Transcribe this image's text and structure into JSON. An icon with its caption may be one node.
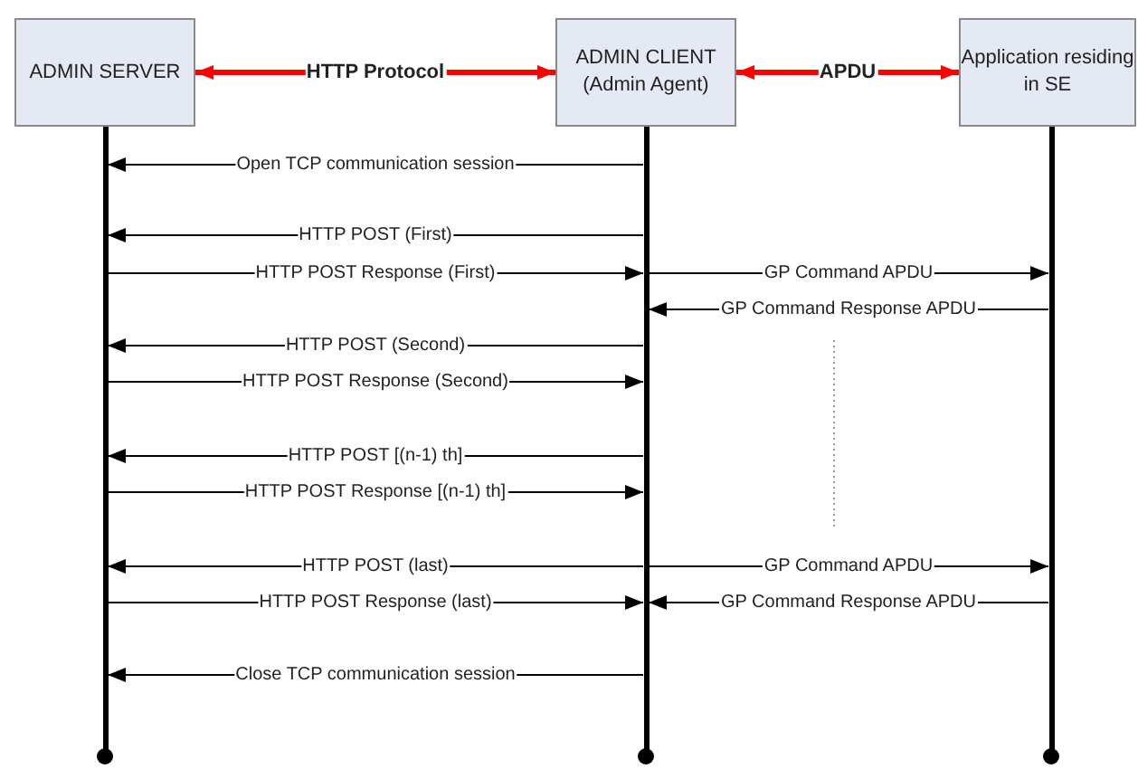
{
  "diagram": {
    "nodes": [
      {
        "text": [
          "ADMIN SERVER"
        ]
      },
      {
        "text": [
          "ADMIN CLIENT (Admin Agent)"
        ]
      },
      {
        "text": [
          "Application residing in SE"
        ]
      },
      {
        "text": [],
        "shape": "bar"
      },
      {
        "text": [],
        "shape": "bar"
      },
      {
        "text": [],
        "shape": "bar"
      }
    ],
    "edges": [
      {
        "from": 0,
        "to": 1,
        "arrow": "both",
        "label": "HTTP Protocol",
        "style": "thick",
        "color": "#ff0000"
      },
      {
        "from": 1,
        "to": 2,
        "arrow": "both",
        "label": "APDU",
        "style": "thick",
        "color": "#ff0000"
      },
      {
        "from": 4,
        "to": 3,
        "arrow": "to",
        "label": "Open TCP communication session"
      },
      {
        "from": 4,
        "to": 3,
        "arrow": "to",
        "label": "HTTP POST (First)"
      },
      {
        "from": 3,
        "to": 4,
        "arrow": "to",
        "label": "HTTP POST Response (First)"
      },
      {
        "from": 4,
        "to": 5,
        "arrow": "to",
        "label": "GP Command APDU"
      },
      {
        "from": 5,
        "to": 4,
        "arrow": "to",
        "label": "GP Command Response APDU"
      },
      {
        "from": 4,
        "to": 3,
        "arrow": "to",
        "label": "HTTP POST (Second)"
      },
      {
        "from": 3,
        "to": 4,
        "arrow": "to",
        "label": "HTTP POST Response (Second)"
      },
      {
        "from": 4,
        "to": 3,
        "arrow": "to",
        "label": "HTTP POST [(n-1) th]"
      },
      {
        "from": 3,
        "to": 4,
        "arrow": "to",
        "label": "HTTP POST Response [(n-1) th]"
      },
      {
        "from": 4,
        "to": 3,
        "arrow": "to",
        "label": "HTTP POST (last)"
      },
      {
        "from": 4,
        "to": 5,
        "arrow": "to",
        "label": "GP Command APDU"
      },
      {
        "from": 3,
        "to": 4,
        "arrow": "to",
        "label": "HTTP POST Response (last)"
      },
      {
        "from": 5,
        "to": 4,
        "arrow": "to",
        "label": "GP Command Response APDU"
      },
      {
        "from": 4,
        "to": 3,
        "arrow": "to",
        "label": "Close TCP communication session"
      }
    ]
  }
}
